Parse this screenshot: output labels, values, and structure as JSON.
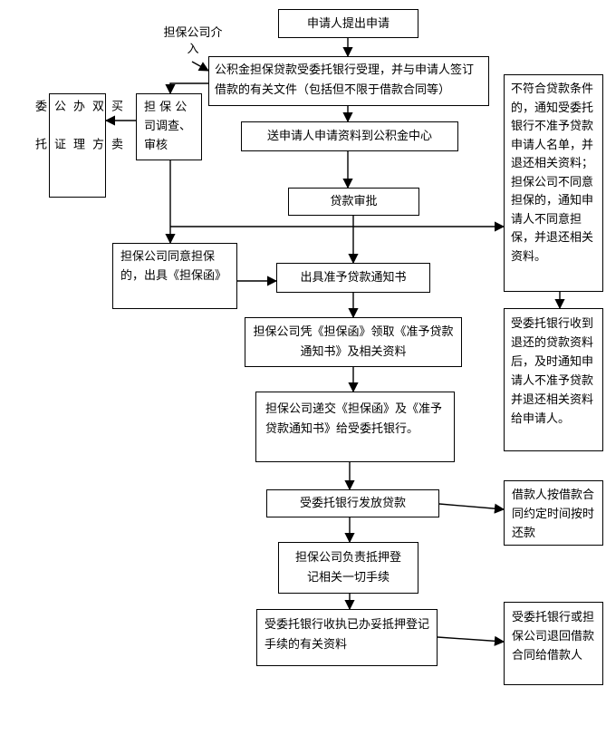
{
  "nodes": {
    "apply": "申请人提出申请",
    "accept": "公积金担保贷款受委托银行受理，并与申请人签订借款的有关文件（包括但不限于借款合同等）",
    "guarantor_investigate": "担 保 公 司调查、审核",
    "buyer_seller": "买 卖 双 方 办 理 公 证 委 托",
    "send_materials": "送申请人申请资料到公积金中心",
    "approval": "贷款审批",
    "guarantor_agree": "担保公司同意担保的，出具《担保函》",
    "notice": "出具准予贷款通知书",
    "collect_notice": "担保公司凭《担保函》领取《准予贷款通知书》及相关资料",
    "deliver": "担保公司递交《担保函》及《准予贷款通知书》给受委托银行。",
    "disburse": "受委托银行发放贷款",
    "register": "担保公司负责抵押登记相关一切手续",
    "receive_docs": "受委托银行收执已办妥抵押登记手续的有关资料",
    "reject": "不符合贷款条件的，通知受委托银行不准予贷款申请人名单，并退还相关资料；担保公司不同意担保的，通知申请人不同意担保，并退还相关资料。",
    "bank_return": "受委托银行收到退还的贷款资料后，及时通知申请人不准予贷款并退还相关资料给申请人。",
    "repay": "借款人按借款合同约定时间按时还款",
    "return_contract": "受委托银行或担保公司退回借款合同给借款人"
  },
  "labels": {
    "guarantor_join": "担保公司介入"
  }
}
